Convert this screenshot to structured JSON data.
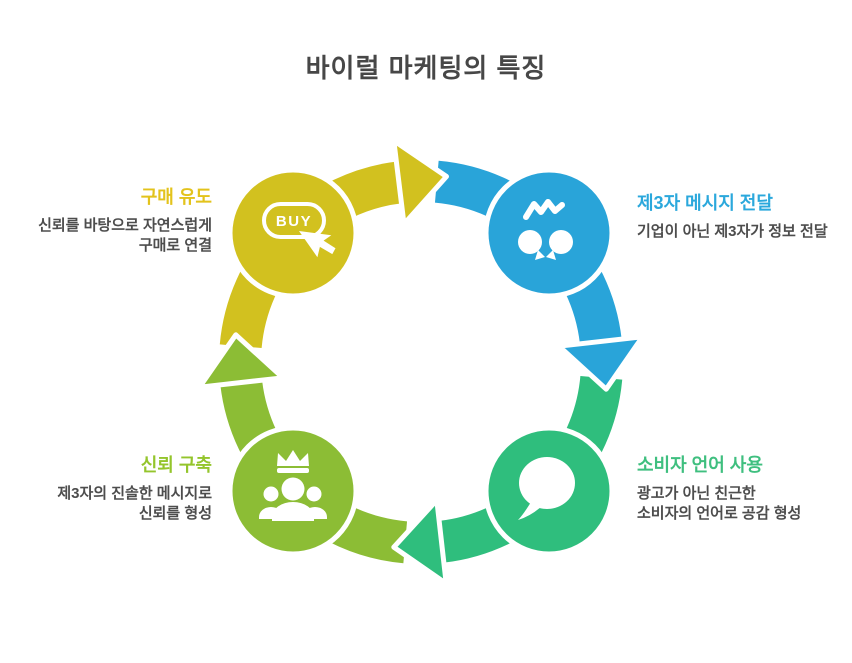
{
  "title": "바이럴 마케팅의 특징",
  "colors": {
    "yellow": "#d2c11f",
    "blue": "#29a4d9",
    "green": "#2fbe7d",
    "light_green": "#8cbd35",
    "heading_yellow": "#e3c31c",
    "heading_blue": "#2ba8dc",
    "heading_green": "#3fbf7f",
    "heading_light_green": "#94c52c",
    "body_text": "#4d4d4d",
    "title_text": "#474747",
    "background": "#ffffff"
  },
  "icons": {
    "buy_label": "BUY",
    "purchase_icon": "buy-button-cursor-icon",
    "third_party_icon": "two-people-talking-icon",
    "consumer_language_icon": "speech-bubble-icon",
    "trust_icon": "crown-people-icon"
  },
  "steps": {
    "purchase": {
      "heading": "구매 유도",
      "line1": "신뢰를 바탕으로 자연스럽게",
      "line2": "구매로 연결"
    },
    "third_party": {
      "heading": "제3자 메시지 전달",
      "line1": "기업이 아닌 제3자가 정보 전달"
    },
    "consumer_language": {
      "heading": "소비자 언어 사용",
      "line1": "광고가 아닌 친근한",
      "line2": "소비자의 언어로 공감 형성"
    },
    "trust": {
      "heading": "신뢰 구축",
      "line1": "제3자의 진솔한 메시지로",
      "line2": "신뢰를 형성"
    }
  }
}
